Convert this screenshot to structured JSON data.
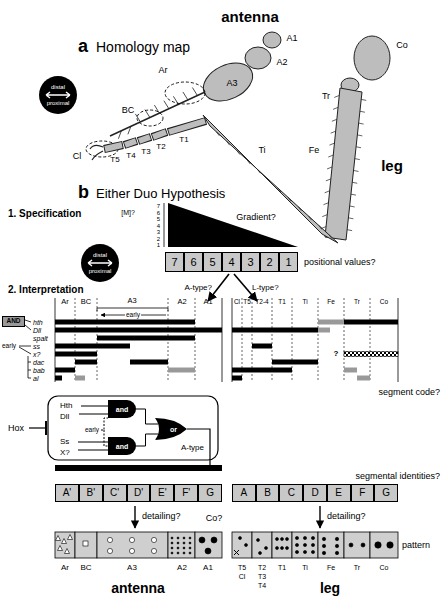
{
  "diagram": {
    "nodes": [
      {
        "text": [
          "distal",
          "proximal"
        ]
      },
      {
        "text": [
          "distal",
          "proximal"
        ]
      },
      {
        "text": [
          "7"
        ]
      },
      {
        "text": [
          "6"
        ]
      },
      {
        "text": [
          "5"
        ]
      },
      {
        "text": [
          "4"
        ]
      },
      {
        "text": [
          "3"
        ]
      },
      {
        "text": [
          "2"
        ]
      },
      {
        "text": [
          "1"
        ]
      },
      {
        "text": [
          "AND"
        ]
      },
      {
        "text": [
          "and"
        ]
      },
      {
        "text": [
          "and"
        ]
      },
      {
        "text": [
          "or"
        ]
      },
      {
        "text": [
          "A'"
        ]
      },
      {
        "text": [
          "B'"
        ]
      },
      {
        "text": [
          "C'"
        ]
      },
      {
        "text": [
          "D'"
        ]
      },
      {
        "text": [
          "E'"
        ]
      },
      {
        "text": [
          "F'"
        ]
      },
      {
        "text": [
          "G"
        ]
      },
      {
        "text": [
          "A"
        ]
      },
      {
        "text": [
          "B"
        ]
      },
      {
        "text": [
          "C"
        ]
      },
      {
        "text": [
          "D"
        ]
      },
      {
        "text": [
          "E"
        ]
      },
      {
        "text": [
          "F"
        ]
      },
      {
        "text": [
          "G"
        ]
      }
    ],
    "edges": [
      {
        "from": 10,
        "to": 12,
        "arrow": "none"
      },
      {
        "from": 11,
        "to": 12,
        "arrow": "none"
      }
    ],
    "labels": [
      "antenna",
      "a",
      "Homology map",
      "Ar",
      "BC",
      "A3",
      "A2",
      "A1",
      "Cl",
      "T5",
      "T4",
      "T3",
      "T2",
      "T1",
      "Ti",
      "Fe",
      "Tr",
      "Co",
      "leg",
      "b",
      "Either Duo Hypothesis",
      "1. Specification",
      "[M]?",
      "7",
      "6",
      "5",
      "4",
      "3",
      "2",
      "1",
      "Gradient?",
      "positional values?",
      "A-type?",
      "L-type?",
      "2. Interpretation",
      "Ar",
      "BC",
      "A3",
      "A2",
      "A1",
      "early",
      "hth",
      "Dll",
      "spalt",
      "ss",
      "x?",
      "dac",
      "bab",
      "al",
      "early",
      "Cl",
      "T5",
      "T2-4",
      "T1",
      "Ti",
      "Fe",
      "Tr",
      "Co",
      "?",
      "segment code?",
      "Hox",
      "Hth",
      "Dll",
      "early",
      "Ss",
      "X?",
      "A-type",
      "segmental identities?",
      "detailing?",
      "Co?",
      "detailing?",
      "pattern",
      "Ar",
      "BC",
      "A3",
      "A2",
      "A1",
      "antenna",
      "T5",
      "Cl",
      "T2",
      "T3",
      "T4",
      "T1",
      "Ti",
      "Fe",
      "Tr",
      "Co",
      "leg"
    ]
  }
}
